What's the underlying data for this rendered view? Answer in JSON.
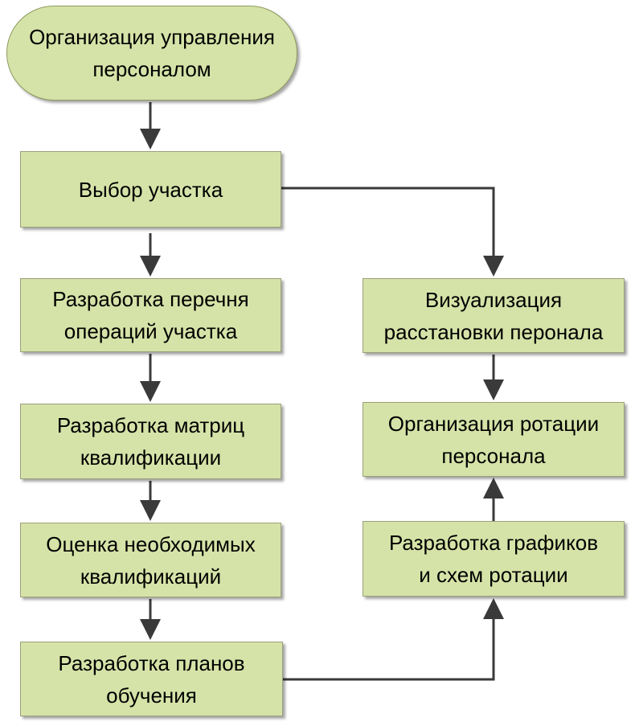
{
  "colors": {
    "node_fill": "#d6e3a8",
    "node_border": "#9aa07a",
    "arrow": "#3a3a3a"
  },
  "nodes": {
    "start": {
      "lines": [
        "Организация управления",
        "персоналом"
      ]
    },
    "site_selection": {
      "lines": [
        "Выбор участка"
      ]
    },
    "operations_list": {
      "lines": [
        "Разработка перечня",
        "операций участка"
      ]
    },
    "qualification_matrix": {
      "lines": [
        "Разработка матриц",
        "квалификации"
      ]
    },
    "required_qualifications": {
      "lines": [
        "Оценка необходимых",
        "квалификаций"
      ]
    },
    "training_plans": {
      "lines": [
        "Разработка планов",
        "обучения"
      ]
    },
    "staff_visualization": {
      "lines": [
        "Визуализация",
        "расстановки перонала"
      ]
    },
    "staff_rotation": {
      "lines": [
        "Организация ротации",
        "персонала"
      ]
    },
    "rotation_schedules": {
      "lines": [
        "Разработка графиков",
        "и схем ротации"
      ]
    }
  }
}
